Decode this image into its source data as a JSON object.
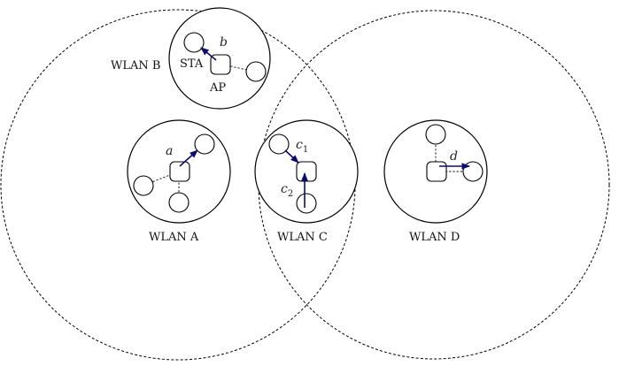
{
  "labels": {
    "wlan_a": "WLAN A",
    "wlan_b": "WLAN B",
    "wlan_c": "WLAN C",
    "wlan_d": "WLAN D",
    "sta": "STA",
    "ap": "AP"
  },
  "links": {
    "a": "a",
    "b": "b",
    "c": "c",
    "c1_sub": "1",
    "c2_sub": "2",
    "d": "d"
  },
  "colors": {
    "arrow": "#0b0b6e"
  }
}
